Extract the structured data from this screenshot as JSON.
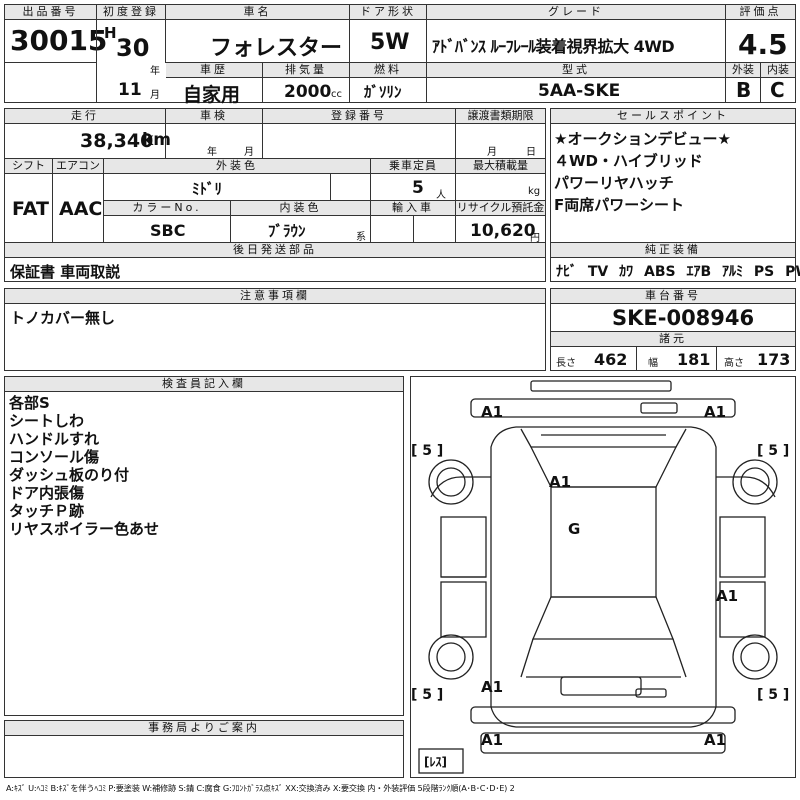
{
  "header": {
    "lot_no_label": "出品番号",
    "lot_no": "30015",
    "first_reg_label": "初度登録",
    "era": "H",
    "year": "30",
    "year_unit": "年",
    "month": "11",
    "month_unit": "月",
    "car_name_label": "車名",
    "car_name": "フォレスター",
    "history_label": "車歴",
    "history": "自家用",
    "displacement_label": "排気量",
    "displacement": "2000",
    "displacement_unit": "cc",
    "door_label": "ドア形状",
    "door": "5W",
    "fuel_label": "燃料",
    "fuel": "ｶﾞｿﾘﾝ",
    "grade_label": "グレード",
    "grade": "ｱﾄﾞﾊﾞﾝｽ ﾙｰﾌﾚｰﾙ装着視界拡大 4WD",
    "model_label": "型式",
    "model": "5AA-SKE",
    "score_label": "評価点",
    "score": "4.5",
    "exterior_label": "外装",
    "exterior": "B",
    "interior_label": "内装",
    "interior": "C"
  },
  "info": {
    "mileage_label": "走行",
    "mileage": "38,340",
    "mileage_unit": "km",
    "inspection_label": "車検",
    "inspection_year_unit": "年",
    "inspection_month_unit": "月",
    "reg_no_label": "登録番号",
    "transfer_label": "譲渡書類期限",
    "transfer_month_unit": "月",
    "transfer_day_unit": "日",
    "shift_label": "シフト",
    "shift": "FAT",
    "ac_label": "エアコン",
    "ac": "AAC",
    "color_label": "外装色",
    "color": "ﾐﾄﾞﾘ",
    "capacity_label": "乗車定員",
    "capacity": "5",
    "capacity_unit": "人",
    "load_label": "最大積載量",
    "load_unit": "kg",
    "color_no_label": "カラーNo.",
    "color_no": "SBC",
    "interior_color_label": "内装色",
    "interior_color": "ﾌﾞﾗｳﾝ",
    "interior_color_unit": "系",
    "import_label": "輸入車",
    "recycle_label": "リサイクル預託金",
    "recycle": "10,620",
    "recycle_unit": "円",
    "later_label": "後日発送部品",
    "later": "保証書 車両取説"
  },
  "sales": {
    "label": "セールスポイント",
    "points": [
      "★オークションデビュー★",
      "４WD・ハイブリッド",
      "パワーリヤハッチ",
      "F両席パワーシート"
    ]
  },
  "equipment": {
    "label": "純正装備",
    "items": [
      "ﾅﾋﾞ",
      "TV",
      "ｶﾜ",
      "ABS",
      "ｴｱB",
      "ｱﾙﾐ",
      "PS",
      "PW"
    ]
  },
  "notes": {
    "label": "注意事項欄",
    "text": "トノカバー無し"
  },
  "chassis": {
    "label": "車台番号",
    "number": "SKE-008946",
    "dims_label": "諸元",
    "length_label": "長さ",
    "length": "462",
    "width_label": "幅",
    "width": "181",
    "height_label": "高さ",
    "height": "173"
  },
  "inspector": {
    "label": "検査員記入欄",
    "lines": [
      "各部S",
      "シートしわ",
      "ハンドルすれ",
      "コンソール傷",
      "ダッシュ板のり付",
      "ドア内張傷",
      "タッチＰ跡",
      "リヤスポイラー色あせ"
    ]
  },
  "office": {
    "label": "事務局よりご案内"
  },
  "diagram": {
    "marks": {
      "front_left": "A1",
      "front_right": "A1",
      "hood": "A1",
      "roof": "G",
      "right_rear": "A1",
      "rear_left": "A1",
      "rear_bumper_left": "A1",
      "rear_bumper_right": "A1"
    },
    "tires": {
      "fl": "[ 5 ]",
      "fr": "[ 5 ]",
      "rl": "[ 5 ]",
      "rr": "[ 5 ]"
    },
    "spare": "[ﾚｽ]"
  },
  "legend": "A:ｷｽﾞ U:ﾍｺﾐ B:ｷｽﾞを伴うﾍｺﾐ P:要塗装 W:補修跡 S:錆 C:腐食 G:ﾌﾛﾝﾄｶﾞﾗｽ点ｷｽﾞ XX:交換済み X:要交換 内・外装評価 5段階ﾗﾝｸ順(A･B･C･D･E) 2"
}
